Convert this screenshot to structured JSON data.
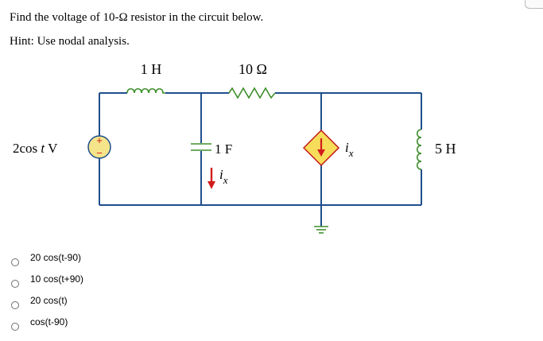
{
  "question": {
    "text": "Find the voltage of 10-Ω resistor in the circuit below.",
    "hint": "Hint: Use nodal analysis."
  },
  "circuit": {
    "wire_color": "#1f4e8c",
    "source_fill": "#f5e58a",
    "source_sign_color": "#d21c1c",
    "dep_source_fill": "#f7dd5a",
    "arrow_color": "#d21c1c",
    "labels": {
      "inductor_1": "1 H",
      "resistor": "10 Ω",
      "source_prefix": "2cos",
      "source_var": "t",
      "source_unit": "V",
      "source_plus": "+",
      "source_minus": "−",
      "capacitor": "1 F",
      "current_ix_main": "i",
      "current_ix_sub": "x",
      "dep_ix_main": "i",
      "dep_ix_sub": "x",
      "inductor_2": "5 H"
    }
  },
  "options": [
    {
      "label": "20 cos(t-90)",
      "selected": false
    },
    {
      "label": "10 cos(t+90)",
      "selected": false
    },
    {
      "label": "20 cos(t)",
      "selected": false
    },
    {
      "label": "cos(t-90)",
      "selected": false
    }
  ]
}
